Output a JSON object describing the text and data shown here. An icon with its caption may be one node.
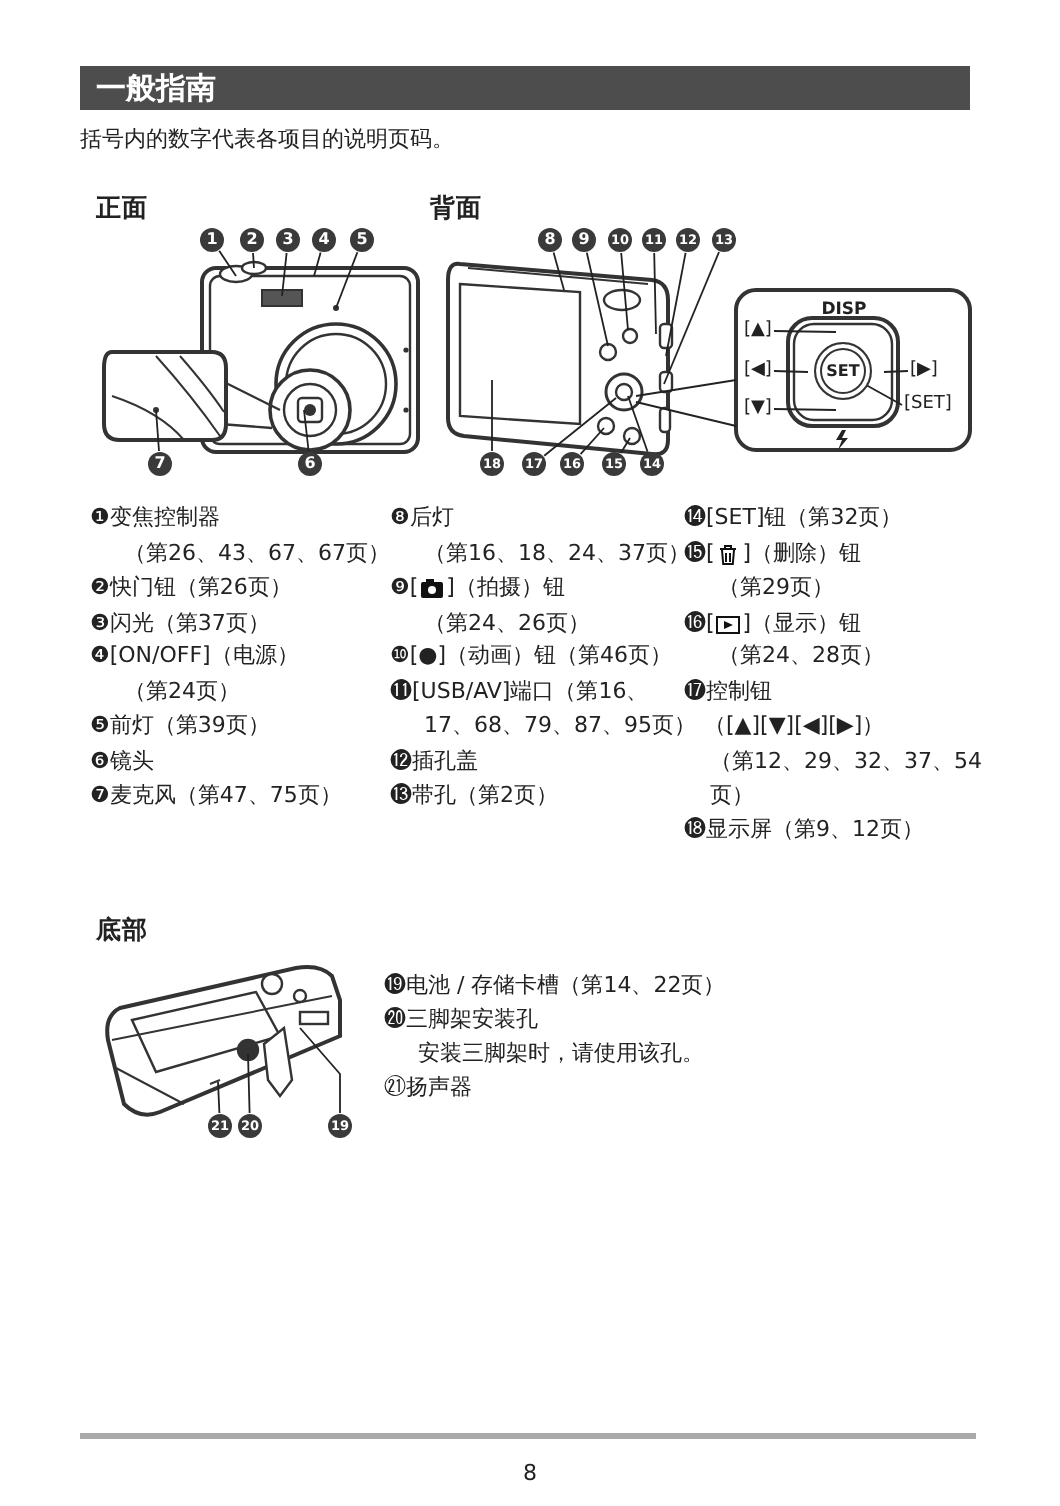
{
  "diagram": {
    "title": "一般指南",
    "nodes": [
      {
        "text": [
          "1"
        ]
      },
      {
        "text": [
          "2"
        ]
      },
      {
        "text": [
          "3"
        ]
      },
      {
        "text": [
          "4"
        ]
      },
      {
        "text": [
          "5"
        ]
      },
      {
        "text": [
          "6"
        ]
      },
      {
        "text": [
          "7"
        ]
      },
      {
        "text": [
          "8"
        ]
      },
      {
        "text": [
          "9"
        ]
      },
      {
        "text": [
          "10"
        ]
      },
      {
        "text": [
          "11"
        ]
      },
      {
        "text": [
          "12"
        ]
      },
      {
        "text": [
          "13"
        ]
      },
      {
        "text": [
          "14"
        ]
      },
      {
        "text": [
          "15"
        ]
      },
      {
        "text": [
          "16"
        ]
      },
      {
        "text": [
          "17"
        ]
      },
      {
        "text": [
          "18"
        ]
      },
      {
        "text": [
          "19"
        ]
      },
      {
        "text": [
          "20"
        ]
      },
      {
        "text": [
          "21"
        ]
      },
      {
        "text": [
          "[▲]"
        ],
        "in": 28
      },
      {
        "text": [
          "[◀]"
        ],
        "in": 28
      },
      {
        "text": [
          "[▼]"
        ],
        "in": 28
      },
      {
        "text": [
          "[▶]"
        ],
        "in": 28
      },
      {
        "text": [
          "[SET]"
        ],
        "in": 28
      },
      {
        "text": [],
        "shape": "picture"
      },
      {
        "text": [],
        "shape": "picture"
      },
      {
        "text": [],
        "shape": "picture"
      },
      {
        "text": [],
        "shape": "box",
        "in": 28
      },
      {
        "text": [
          "SET"
        ],
        "in": 29
      },
      {
        "text": [],
        "shape": "picture"
      }
    ],
    "edges": [
      {
        "from": 0,
        "to": 26,
        "arrow": "none"
      },
      {
        "from": 1,
        "to": 26,
        "arrow": "none"
      },
      {
        "from": 2,
        "to": 26,
        "arrow": "none"
      },
      {
        "from": 3,
        "to": 26,
        "arrow": "none"
      },
      {
        "from": 4,
        "to": 26,
        "arrow": "none"
      },
      {
        "from": 5,
        "to": 26,
        "arrow": "none"
      },
      {
        "from": 6,
        "to": 26,
        "arrow": "none"
      },
      {
        "from": 7,
        "to": 27,
        "arrow": "none"
      },
      {
        "from": 8,
        "to": 27,
        "arrow": "none"
      },
      {
        "from": 9,
        "to": 27,
        "arrow": "none"
      },
      {
        "from": 10,
        "to": 27,
        "arrow": "none"
      },
      {
        "from": 11,
        "to": 27,
        "arrow": "none"
      },
      {
        "from": 12,
        "to": 27,
        "arrow": "none"
      },
      {
        "from": 13,
        "to": 27,
        "arrow": "none"
      },
      {
        "from": 14,
        "to": 27,
        "arrow": "none"
      },
      {
        "from": 15,
        "to": 27,
        "arrow": "none"
      },
      {
        "from": 16,
        "to": 27,
        "arrow": "none"
      },
      {
        "from": 17,
        "to": 27,
        "arrow": "none"
      },
      {
        "from": 18,
        "to": 31,
        "arrow": "none"
      },
      {
        "from": 19,
        "to": 31,
        "arrow": "none"
      },
      {
        "from": 20,
        "to": 31,
        "arrow": "none"
      },
      {
        "from": 21,
        "to": 29,
        "arrow": "none"
      },
      {
        "from": 22,
        "to": 29,
        "arrow": "none"
      },
      {
        "from": 23,
        "to": 29,
        "arrow": "none"
      },
      {
        "from": 24,
        "to": 29,
        "arrow": "none"
      },
      {
        "from": 25,
        "to": 30,
        "arrow": "none"
      },
      {
        "from": 27,
        "to": 28,
        "arrow": "none"
      },
      {
        "from": 27,
        "to": 28,
        "arrow": "none"
      }
    ],
    "labels": [
      "括号内的数字代表各项目的说明页码。",
      "正面",
      "背面",
      "DISP",
      "❶变焦控制器",
      "（第26、43、67、67页）",
      "❷快门钮（第26页）",
      "❸闪光（第37页）",
      "❹[ON/OFF]（电源）",
      "（第24页）",
      "❺前灯（第39页）",
      "❻镜头",
      "❼麦克风（第47、75页）",
      "❽后灯",
      "（第16、18、24、37页）",
      "❾[",
      "]（拍摄）钮",
      "（第24、26页）",
      "❿[●]（动画）钮（第46页）",
      "⓫[USB/AV]端口（第16、",
      "17、68、79、87、95页）",
      "⓬插孔盖",
      "⓭带孔（第2页）",
      "⓮[SET]钮（第32页）",
      "⓯[",
      "]（删除）钮",
      "（第29页）",
      "⓰[",
      "]（显示）钮",
      "（第24、28页）",
      "⓱控制钮",
      "（[▲][▼][◀][▶]）",
      "（第12、29、32、37、54",
      "页）",
      "⓲显示屏（第9、12页）",
      "底部",
      "⓳电池 / 存储卡槽（第14、22页）",
      "⓴三脚架安装孔",
      "安装三脚架时，请使用该孔。",
      "㉑扬声器",
      "8"
    ]
  }
}
